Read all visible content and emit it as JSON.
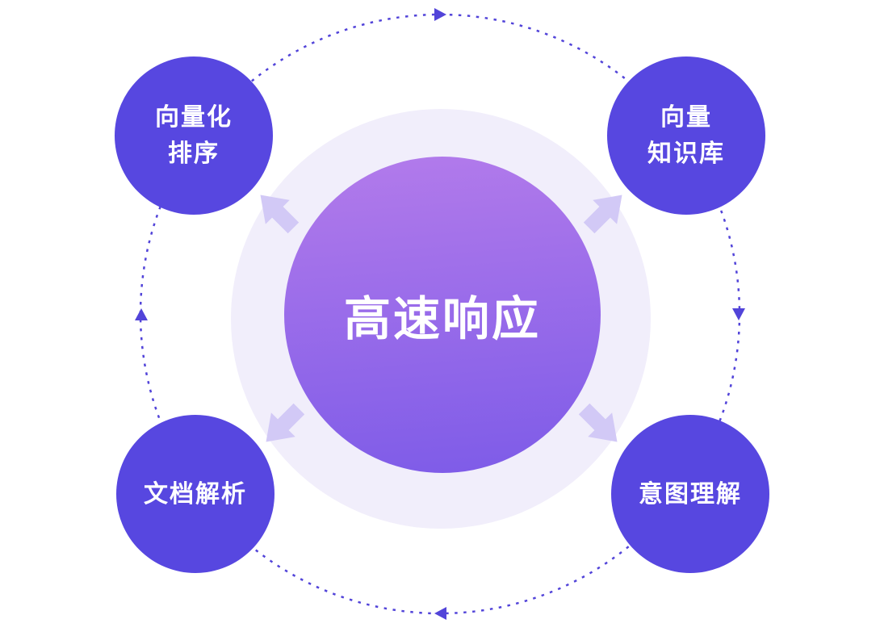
{
  "diagram": {
    "type": "hub-and-spoke",
    "center": {
      "label": "高速响应"
    },
    "nodes": {
      "top_left": {
        "line1": "向量化",
        "line2": "排序"
      },
      "top_right": {
        "line1": "向量",
        "line2": "知识库"
      },
      "bottom_left": {
        "line1": "文档解析"
      },
      "bottom_right": {
        "line1": "意图理解"
      }
    },
    "orbit": {
      "style": "dashed-circle",
      "direction": "clockwise",
      "marker_count": 4
    },
    "icons": {
      "orbit_marker": "triangle-direction-icon",
      "spoke_arrow": "block-arrow-outward-icon"
    }
  },
  "colors": {
    "node_fill": "#5747E0",
    "center_gradient_top": "#B37BEB",
    "center_gradient_bottom": "#7D5BE8",
    "halo": "#F1EEFB",
    "orbit": "#5244D9",
    "arrow": "#D2C9F6",
    "text": "#FFFFFF"
  }
}
